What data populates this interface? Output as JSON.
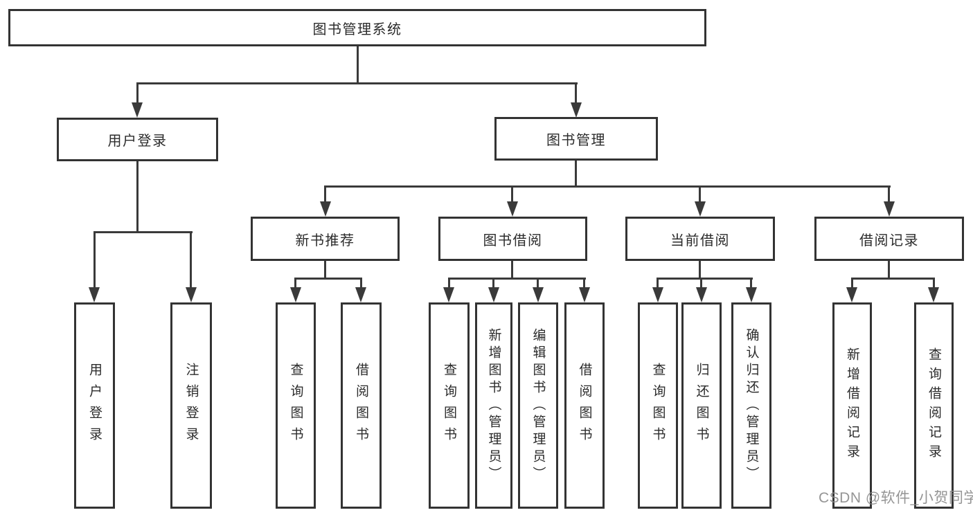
{
  "title": "图书管理系统",
  "watermark": "CSDN @软件_小贺同学",
  "colors": {
    "line": "#3a3a3a",
    "box_border": "#333333",
    "box_fill": "#ffffff",
    "text": "#2b2b2b",
    "watermark": "#8a8a8a"
  },
  "nodes": {
    "root": "图书管理系统",
    "level2": [
      "用户登录",
      "图书管理"
    ],
    "level3": [
      "新书推荐",
      "图书借阅",
      "当前借阅",
      "借阅记录"
    ],
    "leaves": [
      "用户登录",
      "注销登录",
      "查询图书",
      "借阅图书",
      "查询图书",
      "新增图书（管理员）",
      "编辑图书（管理员）",
      "借阅图书",
      "查询图书",
      "归还图书",
      "确认归还（管理员）",
      "新增借阅记录",
      "查询借阅记录"
    ]
  }
}
